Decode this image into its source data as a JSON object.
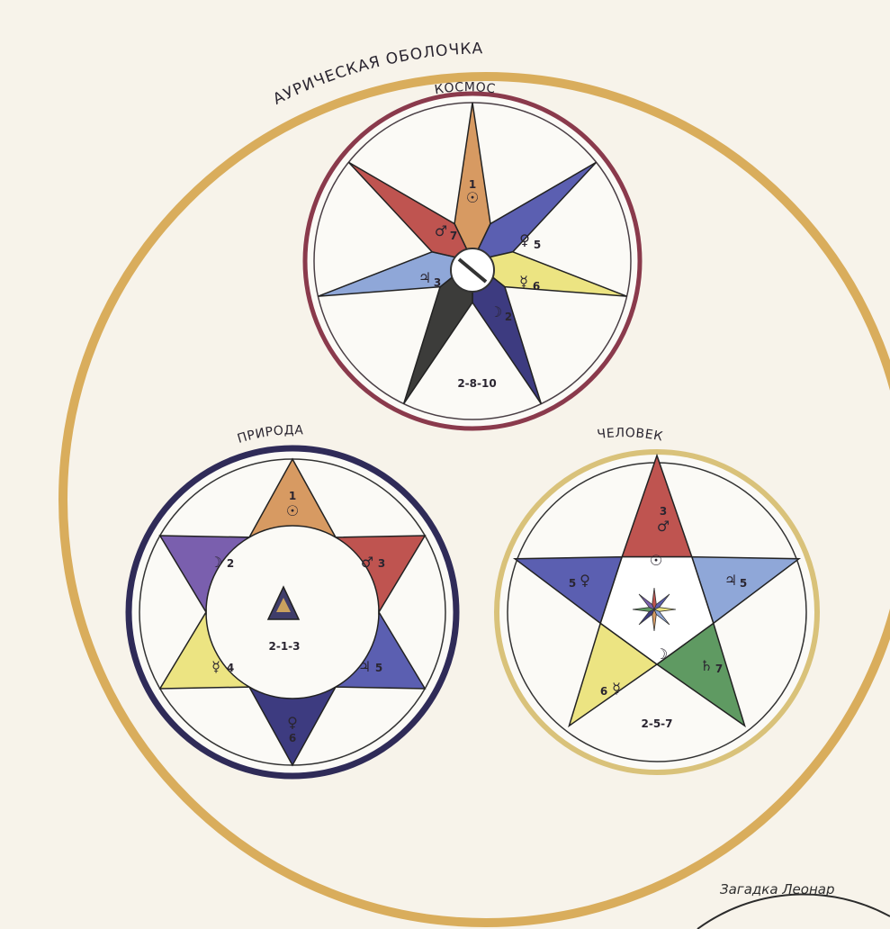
{
  "outer_label": "АУРИЧЕСКАЯ ОБОЛОЧКА",
  "corner_label": "Загадка Леонар",
  "colors": {
    "aura": "#d9ad5c",
    "kosmos_ring": "#8a3a4c",
    "priroda_ring": "#2f2b58",
    "chelovek_ring": "#d9c27a",
    "orange": "#d79a62",
    "red": "#bf5450",
    "blue": "#5b5fb1",
    "light_blue": "#8fa7d8",
    "yellow": "#ece482",
    "dark_navy": "#3d3b80",
    "black": "#3c3c3a",
    "green": "#5f9a62",
    "purple": "#7a5fae"
  },
  "kosmos": {
    "title": "КОСМОС",
    "formula": "2-8-10",
    "symbols": [
      {
        "glyph": "☉",
        "num": "1"
      },
      {
        "glyph": "♀",
        "num": "5"
      },
      {
        "glyph": "☿",
        "num": "6"
      },
      {
        "glyph": "☽",
        "num": "2"
      },
      {
        "glyph": "♃",
        "num": "3"
      },
      {
        "glyph": "♂",
        "num": "7"
      }
    ]
  },
  "priroda": {
    "title": "ПРИРОДА",
    "formula": "2-1-3",
    "symbols": [
      {
        "glyph": "☉",
        "num": "1"
      },
      {
        "glyph": "♂",
        "num": "3"
      },
      {
        "glyph": "♃",
        "num": "5"
      },
      {
        "glyph": "♀",
        "num": "6"
      },
      {
        "glyph": "☿",
        "num": "4"
      },
      {
        "glyph": "☽",
        "num": "2"
      }
    ]
  },
  "chelovek": {
    "title": "ЧЕЛОВЕК",
    "formula": "2-5-7",
    "symbols": [
      {
        "glyph": "♂",
        "num": "3"
      },
      {
        "glyph": "♃",
        "num": "5"
      },
      {
        "glyph": "♄",
        "num": "7"
      },
      {
        "glyph": "☿",
        "num": "6"
      },
      {
        "glyph": "♀",
        "num": "5"
      },
      {
        "glyph": "☉",
        "num": ""
      },
      {
        "glyph": "☽",
        "num": ""
      }
    ]
  }
}
